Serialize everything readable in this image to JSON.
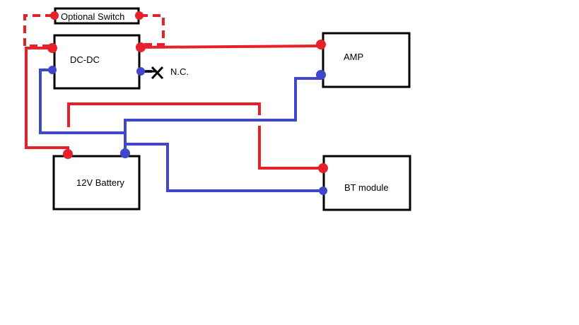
{
  "labels": {
    "switch": "Optional Switch",
    "dcdc": "DC-DC",
    "nc": "N.C.",
    "amp": "AMP",
    "battery": "12V Battery",
    "bt": "BT module"
  },
  "colors": {
    "positive": "#e8202a",
    "negative": "#3f48cc",
    "box_stroke": "#000000",
    "background": "#ffffff"
  },
  "icons": {
    "nc_mark": "x-mark-icon"
  }
}
